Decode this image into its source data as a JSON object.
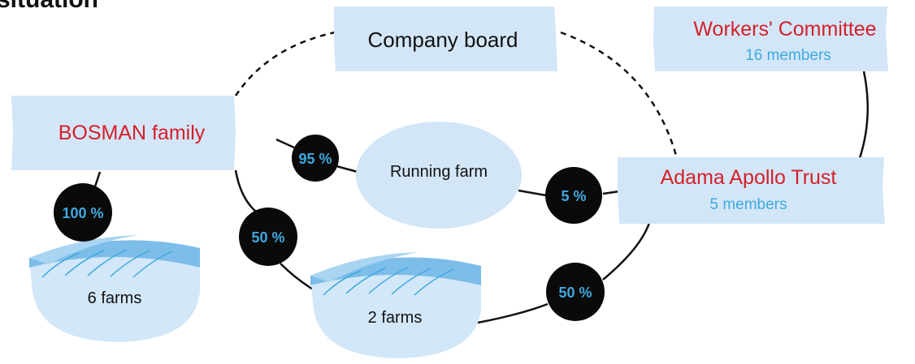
{
  "heading": "situation",
  "nodes": {
    "company_board": {
      "label": "Company board"
    },
    "workers_committee": {
      "label": "Workers' Committee",
      "sublabel": "16 members"
    },
    "bosman_family": {
      "label": "BOSMAN family"
    },
    "running_farm": {
      "label": "Running farm"
    },
    "adama_apollo_trust": {
      "label": "Adama Apollo Trust",
      "sublabel": "5 members"
    },
    "farms_6": {
      "label": "6 farms"
    },
    "farms_2": {
      "label": "2 farms"
    }
  },
  "stakes": {
    "bosman_running_farm": "95 %",
    "trust_running_farm": "5 %",
    "bosman_6_farms": "100 %",
    "bosman_2_farms": "50 %",
    "trust_2_farms": "50 %"
  },
  "colors": {
    "box_fill": "#d3e6f7",
    "title_red": "#d4202a",
    "member_blue": "#3fa9e0",
    "badge_fill": "#0a0a0a",
    "badge_text": "#3fa9e0",
    "farm_fill": "#d2e7f8",
    "farm_top": "#7cbde9",
    "line": "#111111"
  }
}
